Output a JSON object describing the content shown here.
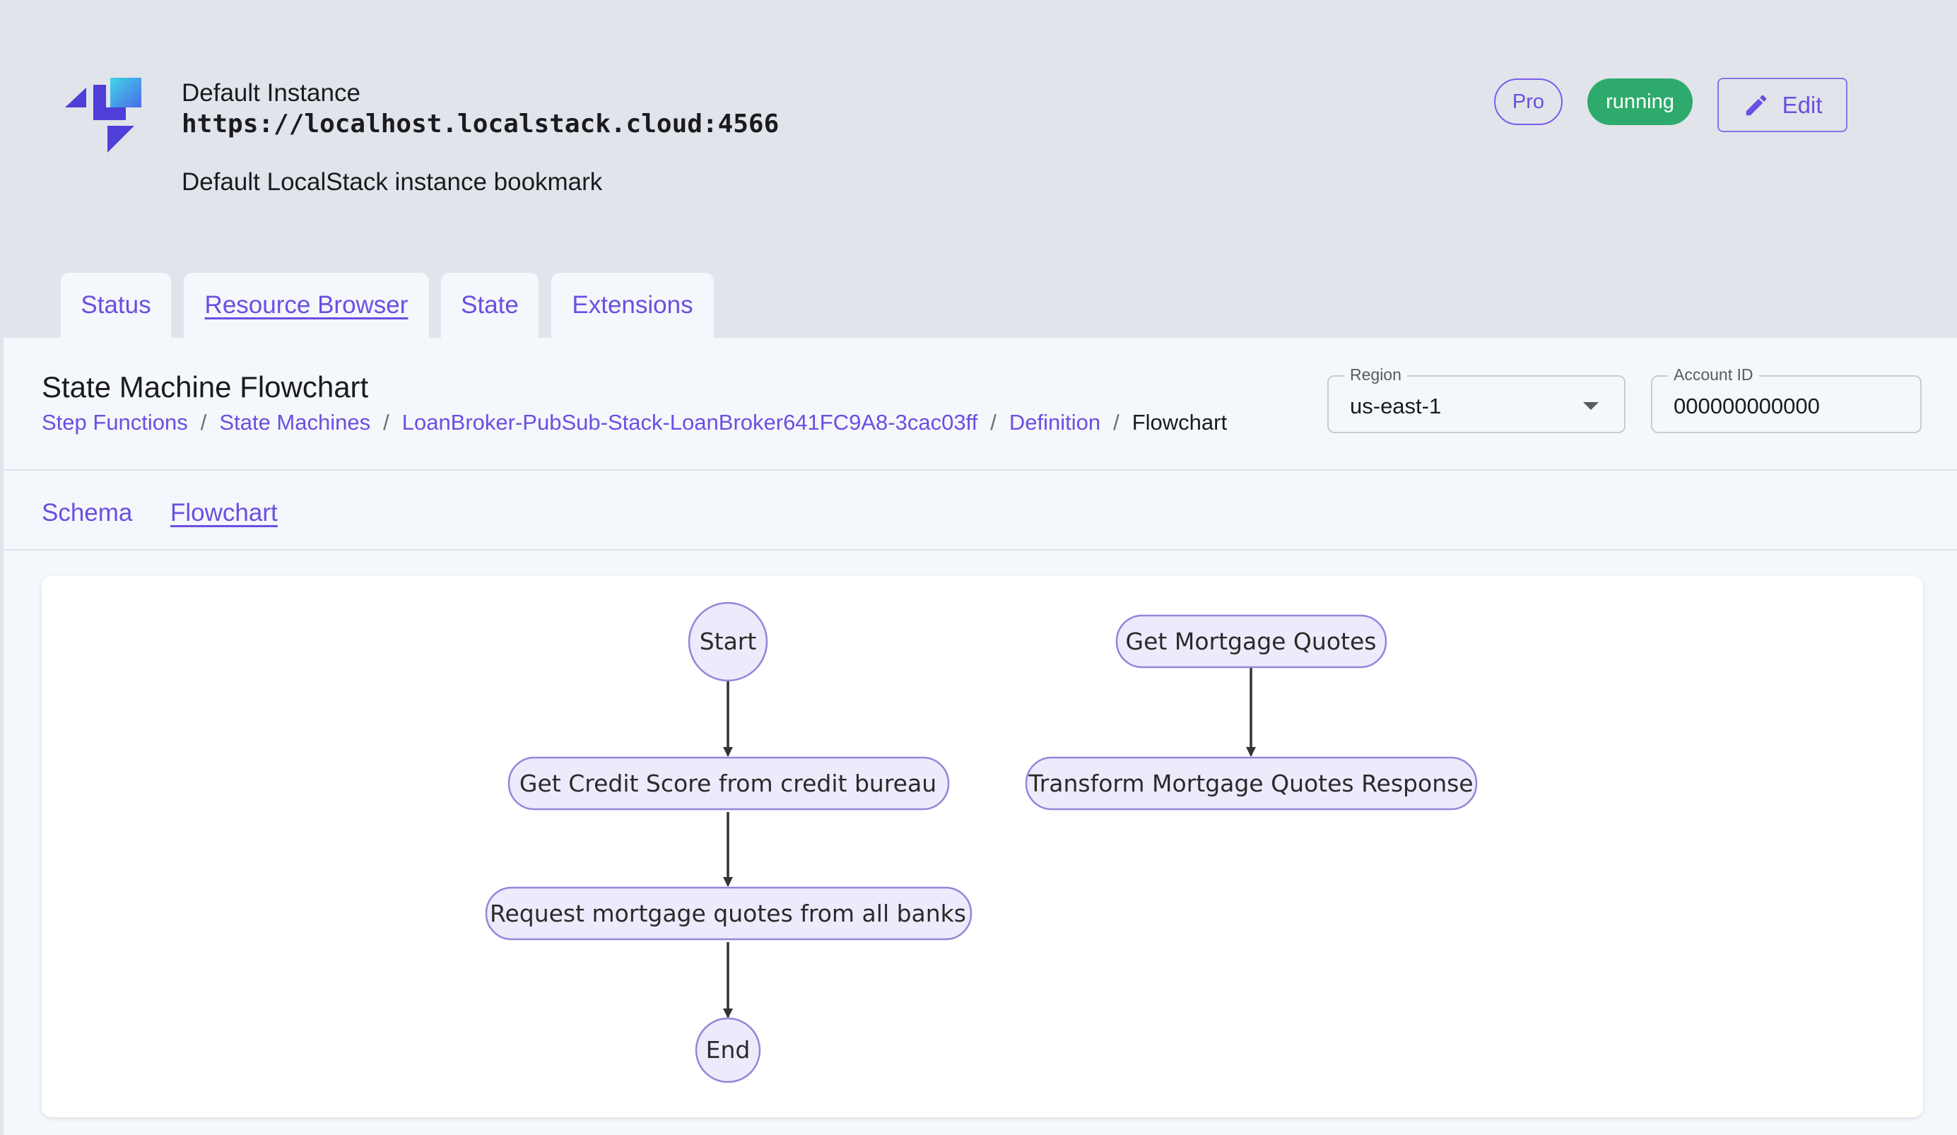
{
  "instance": {
    "name": "Default Instance",
    "url": "https://localhost.localstack.cloud:4566",
    "description": "Default LocalStack instance bookmark",
    "plan_badge": "Pro",
    "status_badge": "running",
    "edit_label": "Edit"
  },
  "tabs": [
    {
      "label": "Status",
      "active": false
    },
    {
      "label": "Resource Browser",
      "active": true
    },
    {
      "label": "State",
      "active": false
    },
    {
      "label": "Extensions",
      "active": false
    }
  ],
  "page": {
    "title": "State Machine Flowchart",
    "breadcrumbs": [
      "Step Functions",
      "State Machines",
      "LoanBroker-PubSub-Stack-LoanBroker641FC9A8-3cac03ff",
      "Definition",
      "Flowchart"
    ],
    "separator": "/"
  },
  "filters": {
    "region_label": "Region",
    "region_value": "us-east-1",
    "account_label": "Account ID",
    "account_value": "000000000000"
  },
  "subtabs": [
    {
      "label": "Schema",
      "active": false
    },
    {
      "label": "Flowchart",
      "active": true
    }
  ],
  "flowchart": {
    "main_flow": [
      "Start",
      "Get Credit Score from credit bureau",
      "Request mortgage quotes from all banks",
      "End"
    ],
    "branch_flow": [
      "Get Mortgage Quotes",
      "Transform Mortgage Quotes Response"
    ]
  },
  "colors": {
    "accent": "#6b4fe0",
    "running": "#2eab6c",
    "node_fill": "#ecebfc",
    "node_stroke": "#9386d9",
    "edge": "#333333"
  }
}
